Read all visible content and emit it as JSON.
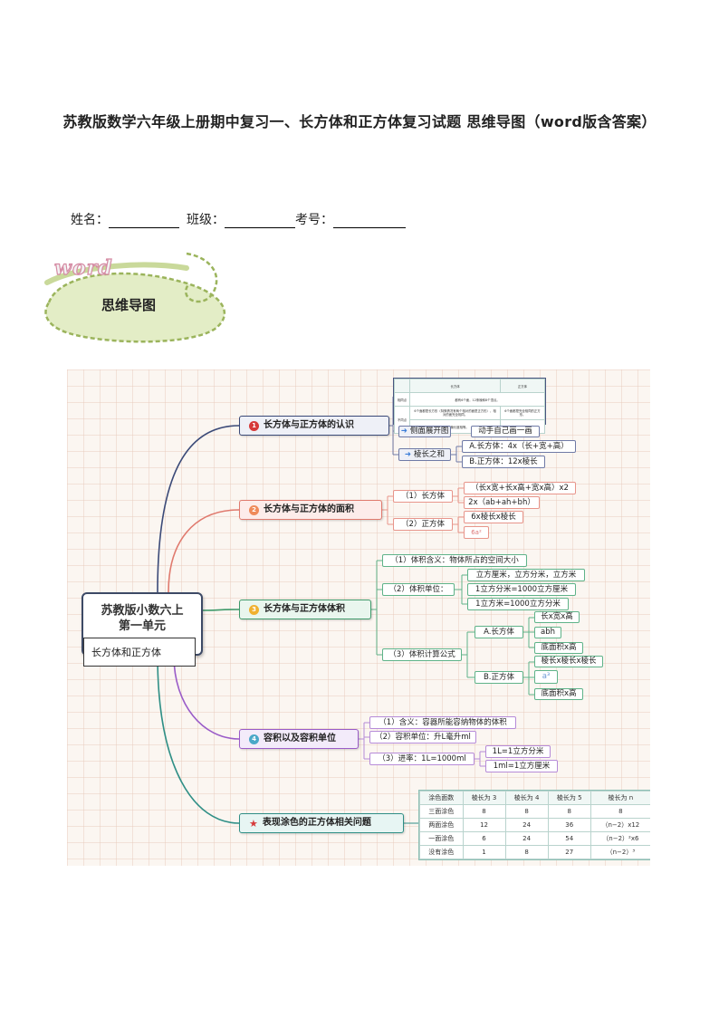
{
  "doc": {
    "title": "苏教版数学六年级上册期中复习一、长方体和正方体复习试题 思维导图（word版含答案）",
    "fields": [
      {
        "label": "姓名："
      },
      {
        "label": "班级："
      },
      {
        "label": "考号："
      }
    ]
  },
  "badge": {
    "word": "word",
    "title": "思维导图"
  },
  "mindmap": {
    "root": {
      "line1": "苏教版小数六上",
      "line2": "第一单元",
      "sub": "长方体和正方体"
    },
    "branches": [
      {
        "num": "1",
        "label": "长方体与正方体的认识"
      },
      {
        "num": "2",
        "label": "长方体与正方体的面积"
      },
      {
        "num": "3",
        "label": "长方体与正方体体积"
      },
      {
        "num": "4",
        "label": "容积以及容积单位"
      },
      {
        "num": "★",
        "label": "表现涂色的正方体相关问题"
      }
    ],
    "b1": {
      "table": {
        "head": [
          "",
          "长方体",
          "正方体"
        ],
        "rows": [
          [
            "相同点",
            "都有6个面，12条棱和8个顶点。"
          ],
          [
            "不同点",
            "6个面都是长方形（特殊情况有两个相对的面是正方形），相对的面完全相同。",
            "6个面都是完全相同的正方形。"
          ],
          [
            "",
            "相对的棱长度相等。",
            "12条棱长度都相等。"
          ]
        ]
      },
      "unfold": "侧面展开图",
      "unfold_note": "动手自己画一画",
      "edges": "棱长之和",
      "edge_a": "A.长方体：4x（长+宽+高）",
      "edge_b": "B.正方体：12x棱长"
    },
    "b2": {
      "cuboid": "（1）长方体",
      "cuboid_f1": "（长x宽+长x高+宽x高）x2",
      "cuboid_f2": "2x（ab+ah+bh）",
      "cube": "（2）正方体",
      "cube_f1": "6x棱长x棱长",
      "cube_f2": "6a²"
    },
    "b3": {
      "meaning": "（1）体积含义：物体所占的空间大小",
      "unit": "（2）体积单位：",
      "unit_1": "立方厘米，立方分米，立方米",
      "unit_2": "1立方分米=1000立方厘米",
      "unit_3": "1立方米=1000立方分米",
      "formula": "（3）体积计算公式",
      "a": "A.长方体",
      "a1": "长x宽x高",
      "a2": "abh",
      "a3": "底面积x高",
      "b": "B.正方体",
      "b1": "棱长x棱长x棱长",
      "b2": "a³",
      "b3": "底面积x高"
    },
    "b4": {
      "meaning": "（1）含义：容器所能容纳物体的体积",
      "unit": "（2）容积单位：升L毫升ml",
      "rate": "（3）进率：1L=1000ml",
      "r1": "1L=1立方分米",
      "r2": "1ml=1立方厘米"
    },
    "b5": {
      "header": [
        "涂色面数",
        "棱长为 3",
        "棱长为 4",
        "棱长为 5",
        "棱长为 n"
      ],
      "rows": [
        [
          "三面涂色",
          "8",
          "8",
          "8",
          "8"
        ],
        [
          "两面涂色",
          "12",
          "24",
          "36",
          "（n−2）x12"
        ],
        [
          "一面涂色",
          "6",
          "24",
          "54",
          "（n−2）²x6"
        ],
        [
          "没有涂色",
          "1",
          "8",
          "27",
          "（n−2）³"
        ]
      ]
    },
    "colors": {
      "b1": "#3b4a78",
      "b2": "#e07a6e",
      "b3": "#3f9a6a",
      "b4": "#9a5cc8",
      "b5": "#2f8f86",
      "star": "#d63a3a"
    }
  }
}
